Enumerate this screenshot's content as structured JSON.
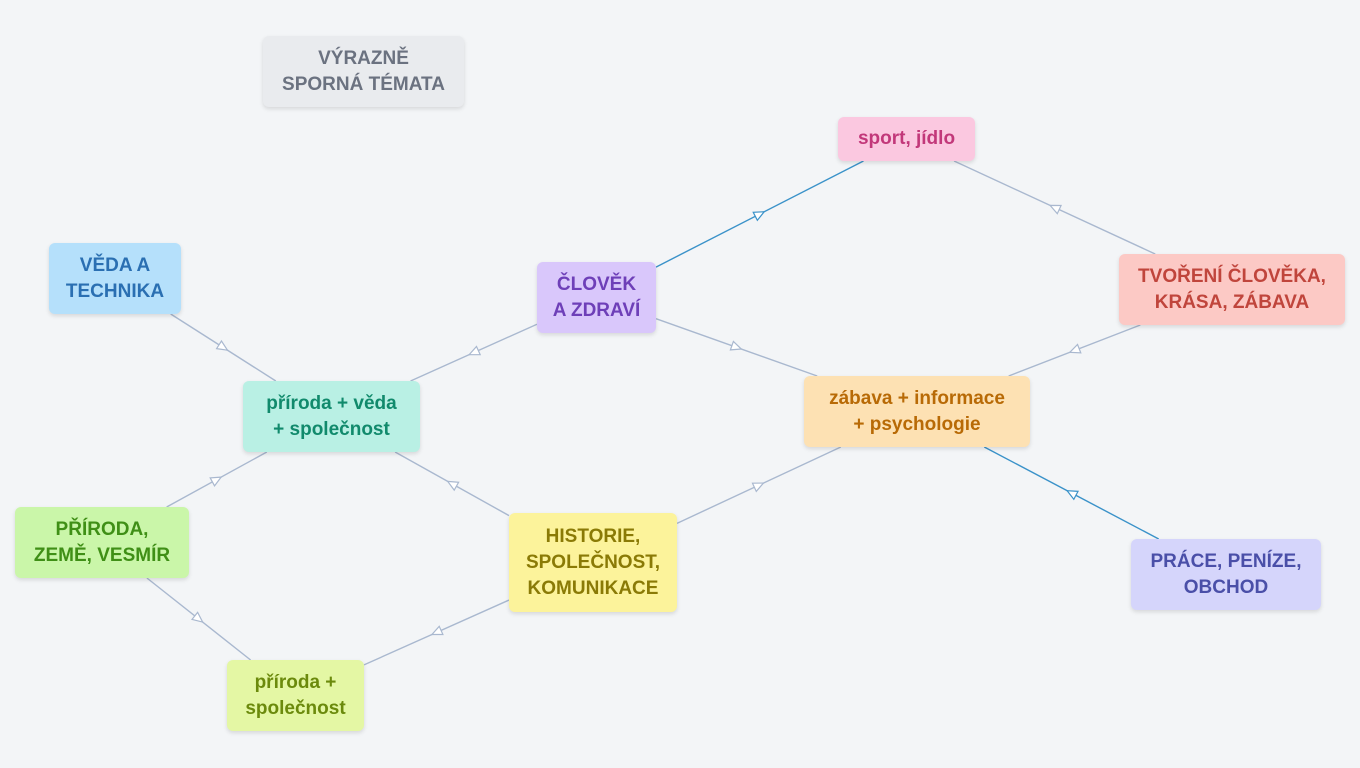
{
  "nodes": {
    "vyrazne": {
      "label": "VÝRAZNĚ\nSPORNÁ TÉMATA",
      "bg": "#e9ebee",
      "fg": "#6b7280"
    },
    "sport": {
      "label": "sport, jídlo",
      "bg": "#fbc8e0",
      "fg": "#c2387a"
    },
    "veda": {
      "label": "VĚDA A\nTECHNIKA",
      "bg": "#b5e0fb",
      "fg": "#2a6fb2"
    },
    "clovek": {
      "label": "ČLOVĚK\nA ZDRAVÍ",
      "bg": "#d9c7fb",
      "fg": "#6e3fb8"
    },
    "tvoreni": {
      "label": "TVOŘENÍ ČLOVĚKA,\nKRÁSA, ZÁBAVA",
      "bg": "#fcc9c5",
      "fg": "#c0453c"
    },
    "prveda": {
      "label": "příroda + věda\n+ společnost",
      "bg": "#b9f0e4",
      "fg": "#118a6c"
    },
    "zabava": {
      "label": "zábava + informace\n+ psychologie",
      "bg": "#fde1b3",
      "fg": "#b86a06"
    },
    "priroda": {
      "label": "PŘÍRODA,\nZEMĚ, VESMÍR",
      "bg": "#caf6a9",
      "fg": "#3f8f16"
    },
    "historie": {
      "label": "HISTORIE,\nSPOLEČNOST,\nKOMUNIKACE",
      "bg": "#fcf39b",
      "fg": "#8a7a06"
    },
    "prace": {
      "label": "PRÁCE, PENÍZE,\nOBCHOD",
      "bg": "#d5d5fb",
      "fg": "#4a4fa8"
    },
    "prspol": {
      "label": "příroda +\nspolečnost",
      "bg": "#e4f7a4",
      "fg": "#6b8a0c"
    }
  },
  "edges": [
    {
      "from": "veda",
      "to": "prveda",
      "color": "#a9b8cf"
    },
    {
      "from": "priroda",
      "to": "prveda",
      "color": "#a9b8cf"
    },
    {
      "from": "priroda",
      "to": "prspol",
      "color": "#a9b8cf"
    },
    {
      "from": "clovek",
      "to": "prveda",
      "color": "#a9b8cf"
    },
    {
      "from": "historie",
      "to": "prveda",
      "color": "#a9b8cf"
    },
    {
      "from": "historie",
      "to": "prspol",
      "color": "#a9b8cf"
    },
    {
      "from": "clovek",
      "to": "sport",
      "color": "#3a92c9"
    },
    {
      "from": "clovek",
      "to": "zabava",
      "color": "#a9b8cf"
    },
    {
      "from": "historie",
      "to": "zabava",
      "color": "#a9b8cf"
    },
    {
      "from": "tvoreni",
      "to": "sport",
      "color": "#a9b8cf"
    },
    {
      "from": "tvoreni",
      "to": "zabava",
      "color": "#a9b8cf"
    },
    {
      "from": "prace",
      "to": "zabava",
      "color": "#3a92c9"
    }
  ]
}
